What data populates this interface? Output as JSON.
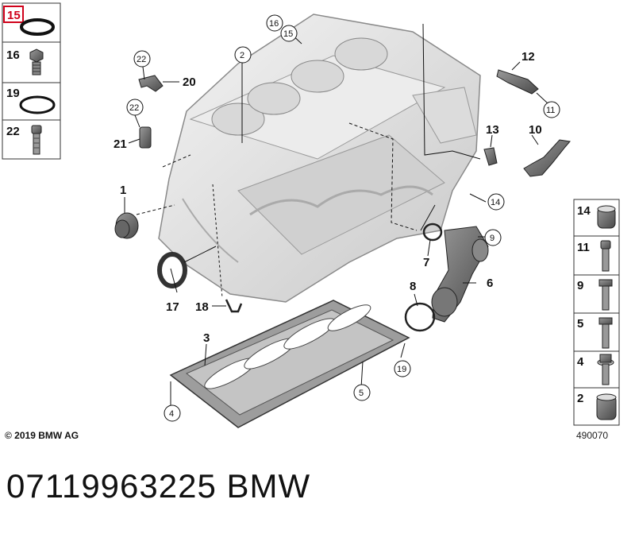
{
  "left_panel": [
    {
      "num": "15",
      "part": "seal ring",
      "highlight": true
    },
    {
      "num": "16",
      "part": "screw plug",
      "highlight": false
    },
    {
      "num": "19",
      "part": "o-ring",
      "highlight": false
    },
    {
      "num": "22",
      "part": "bolt",
      "highlight": false
    }
  ],
  "right_panel": [
    {
      "num": "14",
      "part": "sleeve"
    },
    {
      "num": "11",
      "part": "socket bolt"
    },
    {
      "num": "9",
      "part": "hex bolt"
    },
    {
      "num": "5",
      "part": "hex bolt short"
    },
    {
      "num": "4",
      "part": "collar bolt"
    },
    {
      "num": "2",
      "part": "dowel sleeve"
    }
  ],
  "callouts": {
    "c1": "1",
    "c2": "2",
    "c3": "3",
    "c4": "4",
    "c5": "5",
    "c6": "6",
    "c7": "7",
    "c8": "8",
    "c9": "9",
    "c10": "10",
    "c11": "11",
    "c12": "12",
    "c13": "13",
    "c14": "14",
    "c15": "15",
    "c16": "16",
    "c17": "17",
    "c18": "18",
    "c19": "19",
    "c20": "20",
    "c21": "21",
    "c22a": "22",
    "c22b": "22"
  },
  "copyright": "© 2019 BMW AG",
  "ref_code": "490070",
  "footer": "07119963225    BMW",
  "colors": {
    "highlight": "#d0021b",
    "line": "#111111",
    "part_fill": "#e2e2e2",
    "part_dark": "#9a9a9a"
  }
}
